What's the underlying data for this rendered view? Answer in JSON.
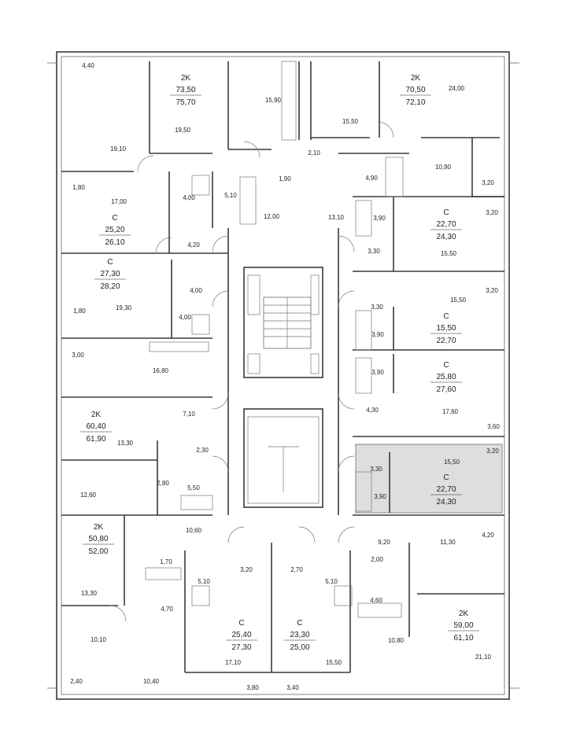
{
  "plan": {
    "apartments": [
      {
        "id": "a1",
        "type": "2K",
        "living": "73,50",
        "total": "75,70"
      },
      {
        "id": "a2",
        "type": "2K",
        "living": "70,50",
        "total": "72,10"
      },
      {
        "id": "a3",
        "type": "C",
        "living": "25,20",
        "total": "26,10"
      },
      {
        "id": "a4",
        "type": "C",
        "living": "22,70",
        "total": "24,30"
      },
      {
        "id": "a5",
        "type": "C",
        "living": "27,30",
        "total": "28,20"
      },
      {
        "id": "a6",
        "type": "C",
        "living": "15,50",
        "total": "22,70"
      },
      {
        "id": "a7",
        "type": "C",
        "living": "25,80",
        "total": "27,60"
      },
      {
        "id": "a8",
        "type": "2K",
        "living": "60,40",
        "total": "61,90"
      },
      {
        "id": "a9",
        "type": "C",
        "living": "22,70",
        "total": "24,30",
        "highlighted": true
      },
      {
        "id": "a10",
        "type": "2K",
        "living": "50,80",
        "total": "52,00"
      },
      {
        "id": "a11",
        "type": "2K",
        "living": "59,00",
        "total": "61,10"
      },
      {
        "id": "a12",
        "type": "C",
        "living": "25,40",
        "total": "27,30"
      },
      {
        "id": "a13",
        "type": "C",
        "living": "23,30",
        "total": "25,00"
      }
    ],
    "rooms": [
      {
        "id": "r1",
        "value": "4,40"
      },
      {
        "id": "r2",
        "value": "15,90"
      },
      {
        "id": "r3",
        "value": "24,00"
      },
      {
        "id": "r4",
        "value": "19,50"
      },
      {
        "id": "r5",
        "value": "15,50"
      },
      {
        "id": "r6",
        "value": "19,10"
      },
      {
        "id": "r7",
        "value": "2,10"
      },
      {
        "id": "r8",
        "value": "10,90"
      },
      {
        "id": "r9",
        "value": "1,90"
      },
      {
        "id": "r10",
        "value": "4,90"
      },
      {
        "id": "r11",
        "value": "3,20"
      },
      {
        "id": "r12",
        "value": "1,80"
      },
      {
        "id": "r13",
        "value": "5,10"
      },
      {
        "id": "r14",
        "value": "17,00"
      },
      {
        "id": "r15",
        "value": "4,00"
      },
      {
        "id": "r16",
        "value": "12,00"
      },
      {
        "id": "r17",
        "value": "13,10"
      },
      {
        "id": "r18",
        "value": "3,90"
      },
      {
        "id": "r19",
        "value": "3,20"
      },
      {
        "id": "r20",
        "value": "4,20"
      },
      {
        "id": "r21",
        "value": "3,30"
      },
      {
        "id": "r22",
        "value": "15,50"
      },
      {
        "id": "r23",
        "value": "4,00"
      },
      {
        "id": "r24",
        "value": "15,50"
      },
      {
        "id": "r25",
        "value": "3,20"
      },
      {
        "id": "r26",
        "value": "1,80"
      },
      {
        "id": "r27",
        "value": "19,30"
      },
      {
        "id": "r28",
        "value": "4,00"
      },
      {
        "id": "r29",
        "value": "3,30"
      },
      {
        "id": "r30",
        "value": "3,90"
      },
      {
        "id": "r31",
        "value": "3,00"
      },
      {
        "id": "r32",
        "value": "16,80"
      },
      {
        "id": "r33",
        "value": "3,90"
      },
      {
        "id": "r34",
        "value": "4,30"
      },
      {
        "id": "r35",
        "value": "7,10"
      },
      {
        "id": "r36",
        "value": "17,60"
      },
      {
        "id": "r37",
        "value": "13,30"
      },
      {
        "id": "r38",
        "value": "2,30"
      },
      {
        "id": "r39",
        "value": "3,60"
      },
      {
        "id": "r40",
        "value": "15,50"
      },
      {
        "id": "r41",
        "value": "3,20"
      },
      {
        "id": "r42",
        "value": "2,80"
      },
      {
        "id": "r43",
        "value": "3,30"
      },
      {
        "id": "r44",
        "value": "12,60"
      },
      {
        "id": "r45",
        "value": "5,50"
      },
      {
        "id": "r46",
        "value": "3,90"
      },
      {
        "id": "r47",
        "value": "10,60"
      },
      {
        "id": "r48",
        "value": "9,20"
      },
      {
        "id": "r49",
        "value": "11,30"
      },
      {
        "id": "r50",
        "value": "4,20"
      },
      {
        "id": "r51",
        "value": "1,70"
      },
      {
        "id": "r52",
        "value": "3,20"
      },
      {
        "id": "r53",
        "value": "2,70"
      },
      {
        "id": "r54",
        "value": "2,00"
      },
      {
        "id": "r55",
        "value": "5,10"
      },
      {
        "id": "r56",
        "value": "5,10"
      },
      {
        "id": "r57",
        "value": "13,30"
      },
      {
        "id": "r58",
        "value": "4,70"
      },
      {
        "id": "r59",
        "value": "4,60"
      },
      {
        "id": "r60",
        "value": "10,10"
      },
      {
        "id": "r61",
        "value": "10,80"
      },
      {
        "id": "r62",
        "value": "21,10"
      },
      {
        "id": "r63",
        "value": "17,10"
      },
      {
        "id": "r64",
        "value": "15,50"
      },
      {
        "id": "r65",
        "value": "2,40"
      },
      {
        "id": "r66",
        "value": "10,40"
      },
      {
        "id": "r67",
        "value": "3,80"
      },
      {
        "id": "r68",
        "value": "3,40"
      }
    ]
  }
}
